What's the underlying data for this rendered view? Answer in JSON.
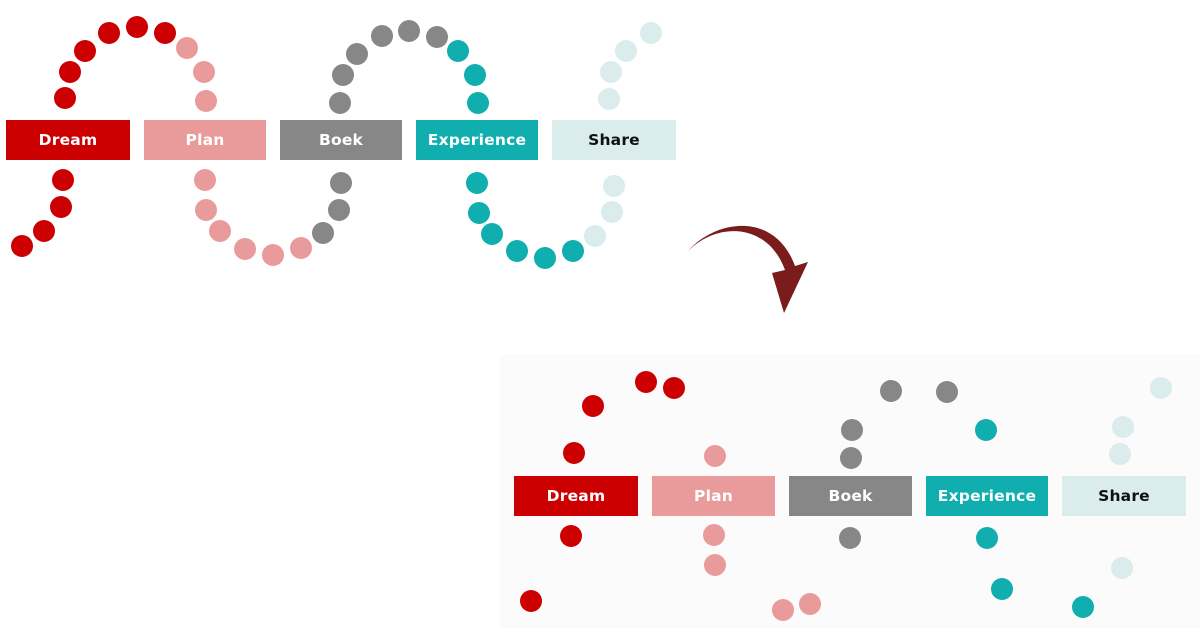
{
  "stages": [
    {
      "label": "Dream",
      "color": "#cc0000",
      "text_color": "#ffffff"
    },
    {
      "label": "Plan",
      "color": "#e99b9b",
      "text_color": "#ffffff"
    },
    {
      "label": "Boek",
      "color": "#878787",
      "text_color": "#ffffff"
    },
    {
      "label": "Experience",
      "color": "#10aeae",
      "text_color": "#ffffff"
    },
    {
      "label": "Share",
      "color": "#daecec",
      "text_color": "#111111"
    }
  ],
  "arrow": {
    "color": "#7a1c1c",
    "icon": "curved-arrow-down-right-icon"
  }
}
